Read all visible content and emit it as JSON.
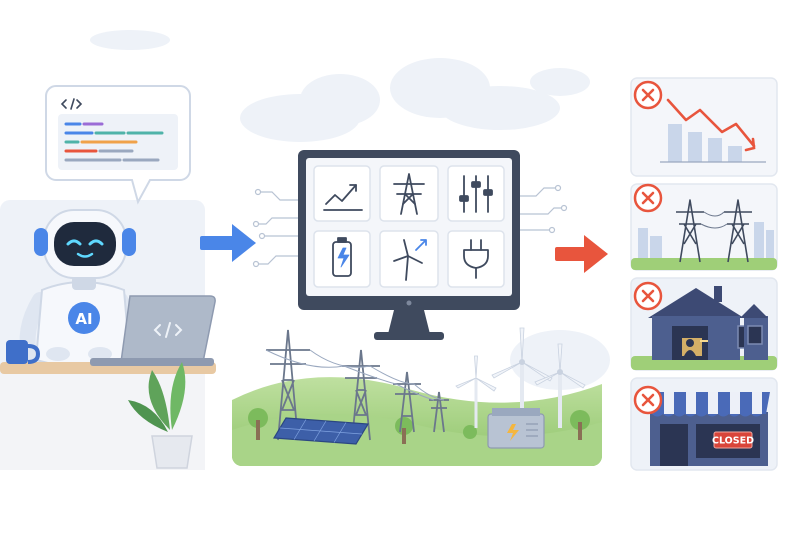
{
  "robot": {
    "chest_label": "AI",
    "speech_bubble_icon": "code-tag-icon",
    "laptop_icon": "code-tag-icon"
  },
  "monitor": {
    "tiles": [
      {
        "icon": "trend-line-icon"
      },
      {
        "icon": "transmission-tower-icon"
      },
      {
        "icon": "sliders-icon"
      },
      {
        "icon": "battery-bolt-icon"
      },
      {
        "icon": "wind-turbine-icon"
      },
      {
        "icon": "power-plug-icon"
      }
    ]
  },
  "outcomes": [
    {
      "name": "declining-chart",
      "status": "failed"
    },
    {
      "name": "power-lines-city",
      "status": "failed"
    },
    {
      "name": "dark-house",
      "status": "failed"
    },
    {
      "name": "closed-shop",
      "status": "failed",
      "sign": "CLOSED"
    }
  ],
  "colors": {
    "arrow_blue": "#4a86e8",
    "arrow_red": "#e8553d",
    "fail_red": "#e8553d",
    "monitor_frame": "#3f4a5e",
    "house_blue": "#4d5f8f",
    "grass_green": "#9fcf78"
  }
}
